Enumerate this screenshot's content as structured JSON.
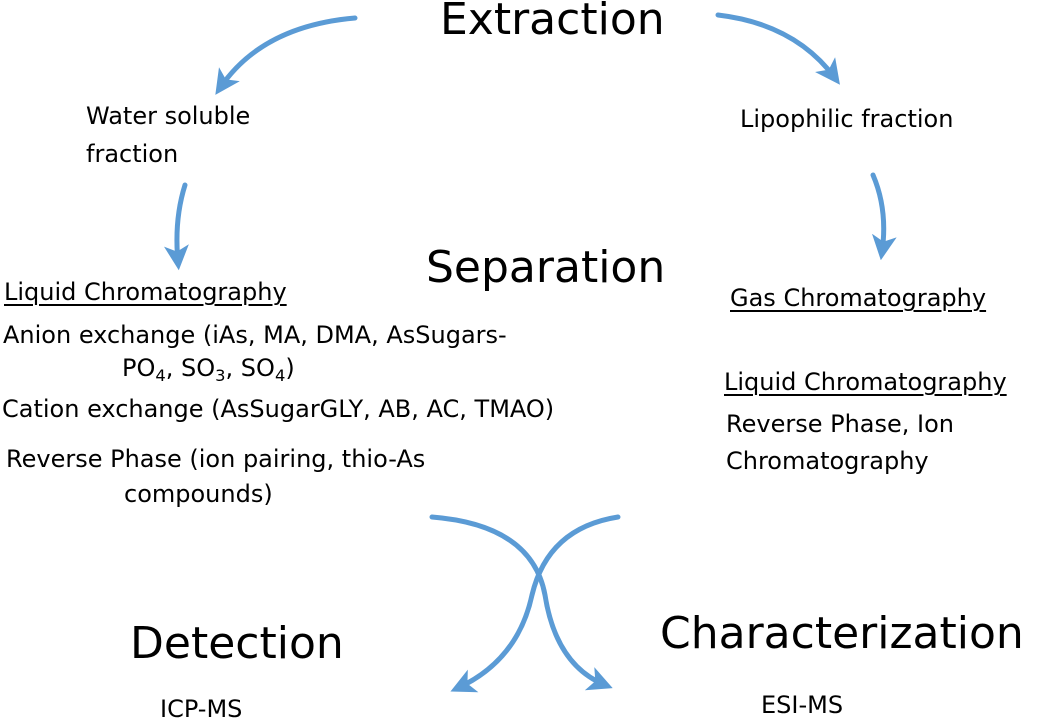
{
  "colors": {
    "arrow": "#5b9bd5",
    "text": "#000000",
    "background": "#ffffff"
  },
  "headings": {
    "extraction": "Extraction",
    "separation": "Separation",
    "detection": "Detection",
    "characterization": "Characterization"
  },
  "fractions": {
    "water_soluble_line1": "Water soluble",
    "water_soluble_line2": "fraction",
    "lipophilic": "Lipophilic fraction"
  },
  "left_column": {
    "title": "Liquid Chromatography",
    "anion_line1": "Anion exchange (iAs, MA, DMA, AsSugars-",
    "anion_line2": {
      "po": "PO",
      "po_sub": "4",
      "sep1": ", SO",
      "so3_sub": "3",
      "sep2": ", SO",
      "so4_sub": "4",
      "end": ")"
    },
    "cation": "Cation exchange (AsSugarGLY, AB, AC, TMAO)",
    "reverse_line1": "Reverse Phase (ion pairing, thio-As",
    "reverse_line2": "compounds)"
  },
  "right_column": {
    "gc_title": "Gas Chromatography",
    "lc_title": "Liquid Chromatography",
    "lc_line1": "Reverse Phase, Ion",
    "lc_line2": "Chromatography"
  },
  "techniques": {
    "detection": "ICP-MS",
    "characterization": "ESI-MS"
  }
}
